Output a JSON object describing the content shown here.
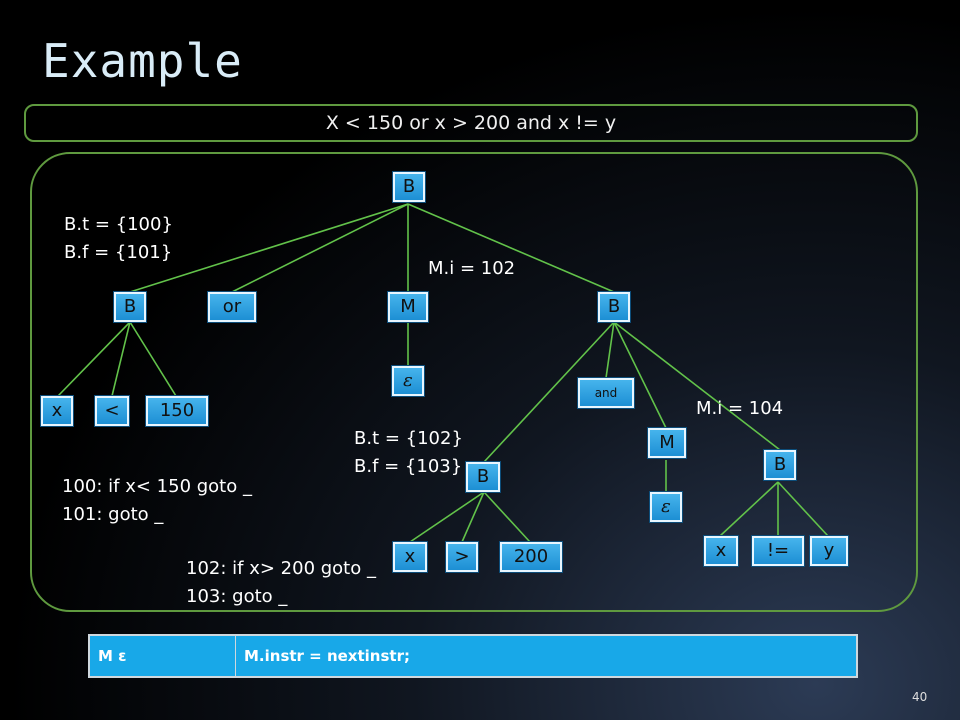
{
  "title": "Example",
  "expression": "X < 150 or x > 200 and x != y",
  "nodes": {
    "root_b": "B",
    "left_b": "B",
    "or": "or",
    "m1": "M",
    "right_b": "B",
    "eps1": "ε",
    "x1": "x",
    "lt": "<",
    "n150": "150",
    "and": "and",
    "m2": "M",
    "b3": "B",
    "b4": "B",
    "eps2": "ε",
    "x2": "x",
    "gt": ">",
    "n200": "200",
    "x3": "x",
    "neq": "!=",
    "y": "y"
  },
  "annotations": {
    "root_bt": "B.t = {100}",
    "root_bf": "B.f = {101}",
    "mi1": "M.i = 102",
    "bt2": "B.t = {102}",
    "bf2": "B.f = {103}",
    "mi2": "M.i = 104"
  },
  "code": {
    "line100": "100: if x< 150 goto _",
    "line101": "101: goto _",
    "line102": "102: if x> 200 goto _",
    "line103": "103: goto _"
  },
  "rule": {
    "production": "M  ε",
    "action": "M.instr = nextinstr;"
  },
  "page_number": "40"
}
